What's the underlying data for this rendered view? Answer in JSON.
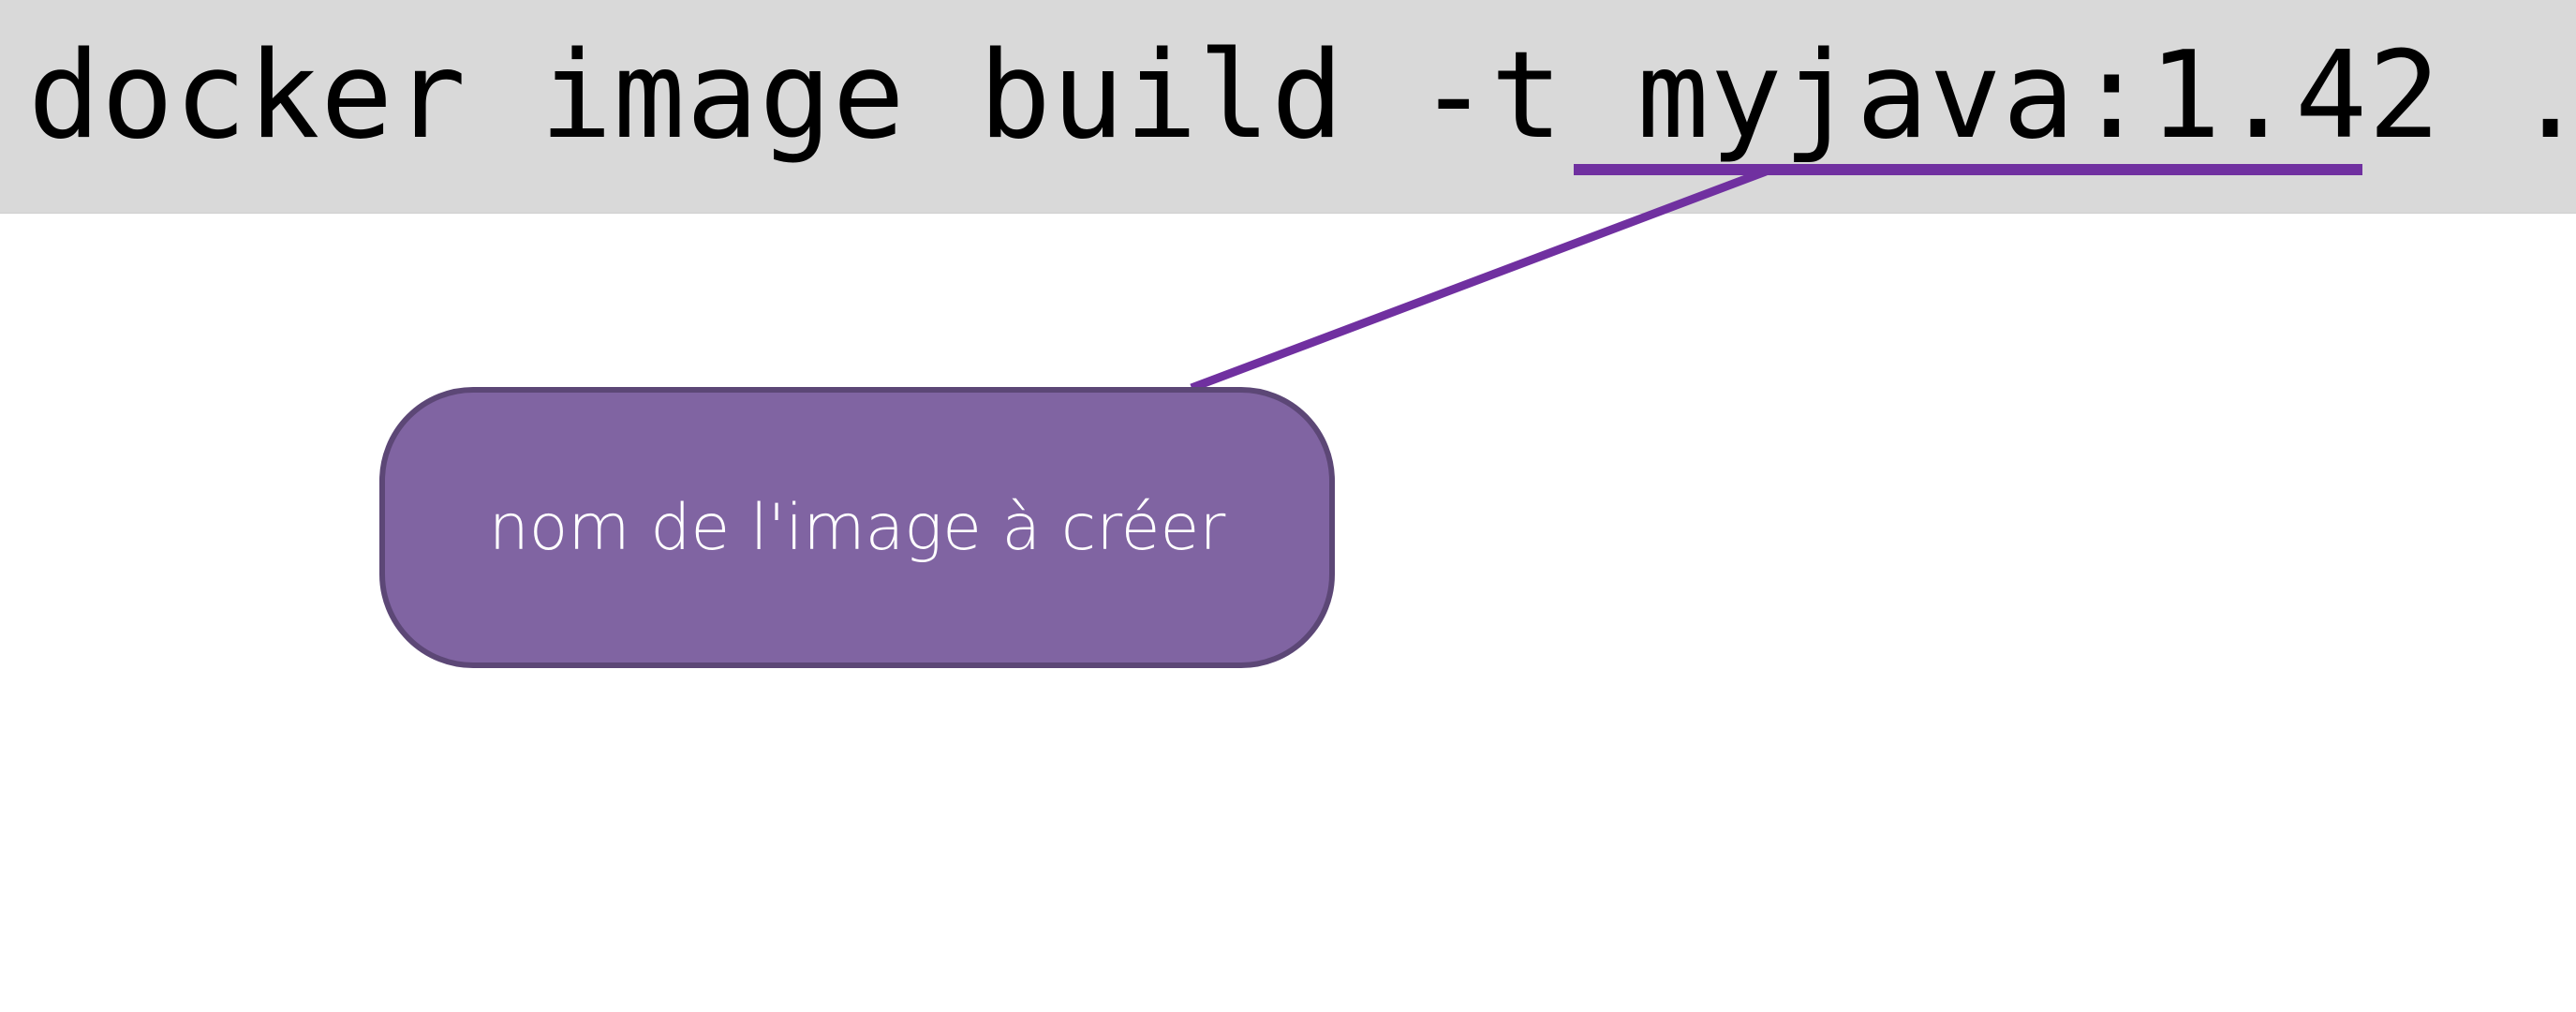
{
  "command": {
    "prefix": "docker image build -t ",
    "image_name": "myjava:1.42",
    "suffix": " ."
  },
  "callout": {
    "label": "nom de l'image à créer"
  },
  "colors": {
    "bar_background": "#d9d9d9",
    "accent_line": "#7030a0",
    "callout_fill": "#8064a2",
    "callout_border": "#5c4776",
    "callout_text": "#ffffff",
    "command_text": "#000000"
  }
}
